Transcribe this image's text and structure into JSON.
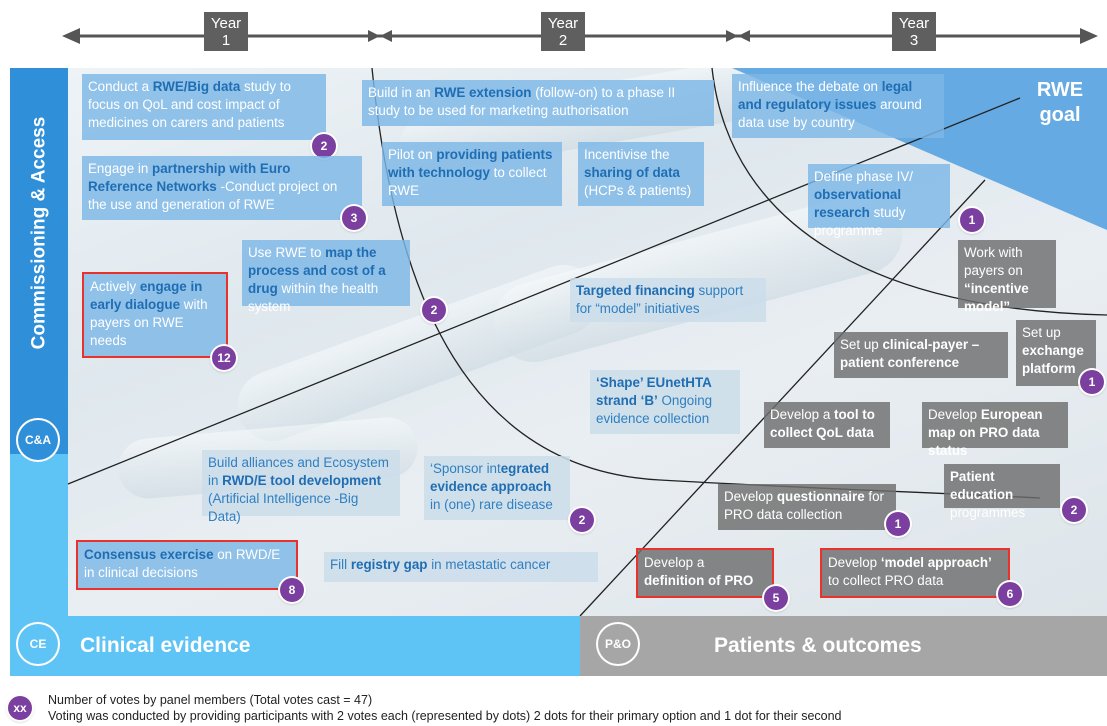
{
  "timeline": {
    "years": [
      {
        "line1": "Year",
        "line2": "1"
      },
      {
        "line1": "Year",
        "line2": "2"
      },
      {
        "line1": "Year",
        "line2": "3"
      }
    ]
  },
  "corner": {
    "line1": "RWE",
    "line2": "goal"
  },
  "sections": {
    "commissioning": {
      "title": "Commissioning & Access",
      "badge": "C&A"
    },
    "clinical": {
      "title": "Clinical evidence",
      "badge": "CE"
    },
    "patients": {
      "title": "Patients & outcomes",
      "badge": "P&O"
    }
  },
  "items": [
    {
      "id": "rwe-big-data",
      "pre": "Conduct a ",
      "bold": "RWE/Big data",
      "post": " study to focus on QoL and cost impact of medicines on carers and patients",
      "votes": "2"
    },
    {
      "id": "rwe-extension",
      "pre": "Build in an ",
      "bold": "RWE extension",
      "post": " (follow-on) to  a phase II study to be used for marketing authorisation",
      "votes": ""
    },
    {
      "id": "legal-regulatory",
      "pre": "Influence the debate on ",
      "bold": "legal and regulatory issues",
      "post": " around data use by country",
      "votes": ""
    },
    {
      "id": "euro-networks",
      "pre": "Engage in ",
      "bold": "partnership with Euro Reference Networks",
      "post": " -Conduct project on the use and generation of RWE",
      "votes": "3"
    },
    {
      "id": "patients-technology",
      "pre": "Pilot on ",
      "bold": "providing patients with technology",
      "post": " to collect RWE",
      "votes": ""
    },
    {
      "id": "sharing-data",
      "pre": "Incentivise the ",
      "bold": "sharing of data",
      "post": " (HCPs & patients)",
      "votes": ""
    },
    {
      "id": "phase-iv",
      "pre": "Define phase IV/ ",
      "bold": "observational research",
      "post": " study programme",
      "votes": "1"
    },
    {
      "id": "map-process",
      "pre": "Use RWE to ",
      "bold": "map the process and cost of a drug",
      "post": " within the health system",
      "votes": "2"
    },
    {
      "id": "targeted-financing",
      "pre": "",
      "bold": "Targeted financing",
      "post": " support for “model” initiatives",
      "votes": ""
    },
    {
      "id": "incentive-model",
      "pre": "Work with payers on ",
      "bold": "“incentive model”",
      "post": "",
      "votes": ""
    },
    {
      "id": "early-dialogue",
      "pre": "Actively ",
      "bold": "engage in early dialogue",
      "post": " with payers on RWE needs",
      "votes": "12"
    },
    {
      "id": "clinical-payer",
      "pre": "Set up ",
      "bold": "clinical-payer – patient conference",
      "post": "",
      "votes": ""
    },
    {
      "id": "exchange-platform",
      "pre": "Set up ",
      "bold": "exchange platform",
      "post": "",
      "votes": "1"
    },
    {
      "id": "eunethta",
      "pre": "",
      "bold": "‘Shape’ EUnetHTA strand ‘B’",
      "post": " Ongoing evidence collection",
      "votes": ""
    },
    {
      "id": "tool-qol",
      "pre": "Develop a ",
      "bold": "tool to collect QoL data",
      "post": "",
      "votes": ""
    },
    {
      "id": "european-map",
      "pre": "Develop ",
      "bold": "European map on PRO data status",
      "post": "",
      "votes": ""
    },
    {
      "id": "alliances",
      "pre": "Build alliances and Ecosystem in ",
      "bold": "RWD/E tool development",
      "post": " (Artificial Intelligence -Big Data)",
      "votes": ""
    },
    {
      "id": "integrated-evidence",
      "pre": "‘Sponsor int",
      "bold": "egrated evidence approach",
      "post": " in (one) rare disease",
      "votes": "2"
    },
    {
      "id": "patient-education",
      "pre": "",
      "bold": "Patient education",
      "post": " programmes",
      "votes": "2"
    },
    {
      "id": "questionnaire",
      "pre": "Develop ",
      "bold": "questionnaire",
      "post": " for PRO data collection",
      "votes": "1"
    },
    {
      "id": "consensus",
      "pre": "",
      "bold": "Consensus exercise",
      "post": " on RWD/E in clinical decisions",
      "votes": "8"
    },
    {
      "id": "registry-gap",
      "pre": "Fill ",
      "bold": "registry gap",
      "post": " in metastatic cancer",
      "votes": ""
    },
    {
      "id": "definition-pro",
      "pre": "Develop a ",
      "bold": "definition of PRO",
      "post": "",
      "votes": "5"
    },
    {
      "id": "model-approach",
      "pre": "Develop ",
      "bold": "‘model approach’",
      "post": " to collect PRO data",
      "votes": "6"
    }
  ],
  "legend": {
    "badge": "xx",
    "line1": "Number of votes by panel members  (Total votes cast = 47)",
    "line2": "Voting was conducted by providing participants with 2 votes each (represented by dots) 2 dots for their primary option and 1 dot for their second"
  },
  "colors": {
    "accent_blue": "#2f8fd8",
    "light_blue": "#5ec3f5",
    "grey": "#a6a6a6",
    "badge_purple": "#7b3fa0",
    "highlight_red": "#e8322b"
  }
}
